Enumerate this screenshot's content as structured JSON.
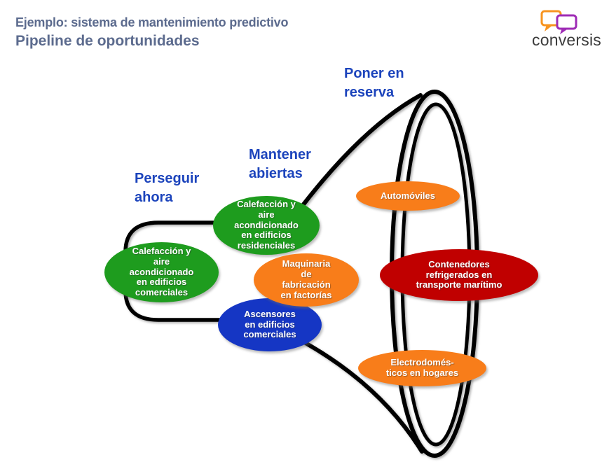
{
  "title": {
    "line1": "Ejemplo: sistema de mantenimiento predictivo",
    "line2": "Pipeline de oportunidades"
  },
  "logo": {
    "name": "conversis",
    "bubble_colors": {
      "left": "#F79420",
      "right": "#9E2BB5"
    },
    "text_color": "#3C3C3C"
  },
  "stages": {
    "perseguir": {
      "label": "Perseguir\nahora"
    },
    "mantener": {
      "label": "Mantener\nabiertas"
    },
    "reserva": {
      "label": "Poner en\nreserva"
    }
  },
  "opportunities": {
    "hvac_comercial": {
      "stage": "Perseguir ahora",
      "label": "Calefacción y\naire\nacondicionado\nen edificios\ncomerciales",
      "color": "#1E9C1E"
    },
    "hvac_residencial": {
      "stage": "Mantener abiertas",
      "label": "Calefacción y\naire\nacondicionado\nen edificios\nresidenciales",
      "color": "#1E9C1E"
    },
    "maquinaria": {
      "stage": "Mantener abiertas",
      "label": "Maquinaria\nde\nfabricación\nen factorías",
      "color": "#F87D1A"
    },
    "ascensores": {
      "stage": "Mantener abiertas",
      "label": "Ascensores\nen edificios\ncomerciales",
      "color": "#1536C4"
    },
    "automoviles": {
      "stage": "Poner en reserva",
      "label": "Automóviles",
      "color": "#F87D1A"
    },
    "contenedores": {
      "stage": "Poner en reserva",
      "label": "Contenedores\nrefrigerados en\ntransporte marítimo",
      "color": "#C00000"
    },
    "electrodomesticos": {
      "stage": "Poner en reserva",
      "label": "Electrodomés-\nticos en hogares",
      "color": "#F87D1A"
    }
  },
  "colors": {
    "stage_label": "#1C44BC",
    "title_text": "#5C6B8E",
    "funnel_outline": "#000000"
  }
}
